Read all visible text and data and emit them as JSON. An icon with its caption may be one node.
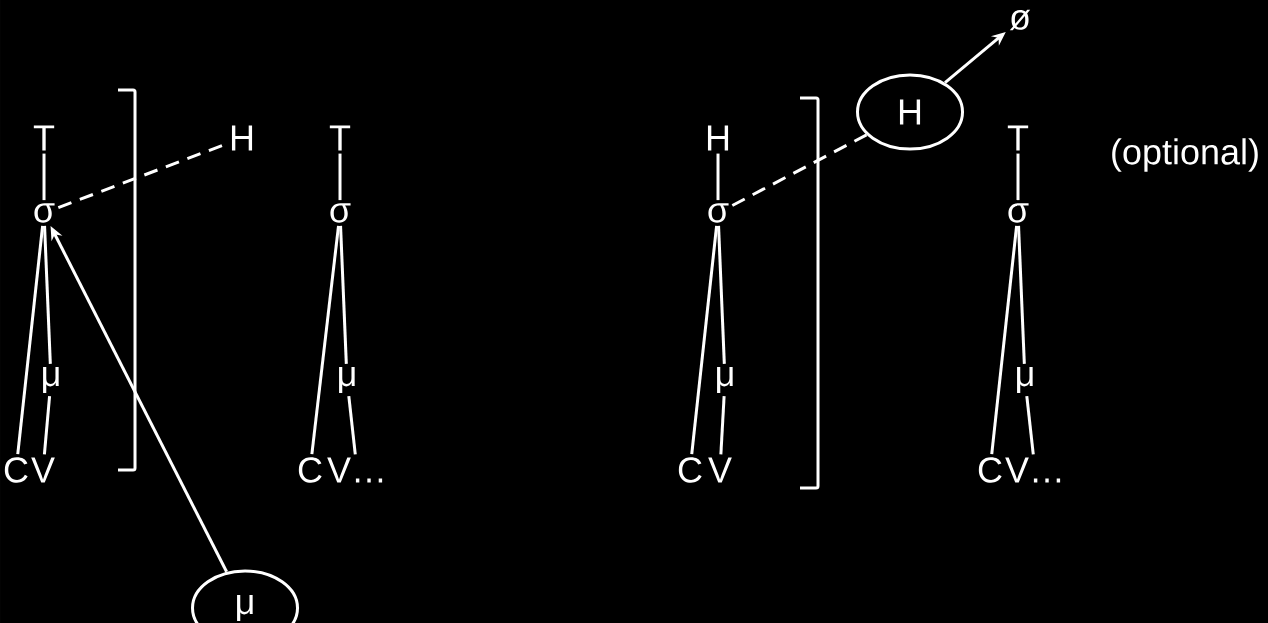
{
  "diagram": {
    "nodes": [
      {
        "text": [
          "T"
        ]
      },
      {
        "text": [
          "σ"
        ]
      },
      {
        "text": [
          "μ"
        ]
      },
      {
        "text": [
          "C"
        ]
      },
      {
        "text": [
          "V"
        ]
      },
      {
        "text": [
          "H"
        ]
      },
      {
        "text": [
          "T"
        ]
      },
      {
        "text": [
          "σ"
        ]
      },
      {
        "text": [
          "μ"
        ]
      },
      {
        "text": [
          "C"
        ]
      },
      {
        "text": [
          "V…"
        ]
      },
      {
        "text": [
          "μ"
        ]
      },
      {
        "text": [
          "H"
        ]
      },
      {
        "text": [
          "σ"
        ]
      },
      {
        "text": [
          "μ"
        ]
      },
      {
        "text": [
          "C"
        ]
      },
      {
        "text": [
          "V"
        ]
      },
      {
        "text": [
          "H"
        ]
      },
      {
        "text": [
          "ø"
        ]
      },
      {
        "text": [
          "T"
        ]
      },
      {
        "text": [
          "σ"
        ]
      },
      {
        "text": [
          "μ"
        ]
      },
      {
        "text": [
          "C"
        ]
      },
      {
        "text": [
          "V…"
        ]
      }
    ],
    "edges": [
      {
        "from": 0,
        "to": 1,
        "arrow": "none"
      },
      {
        "from": 1,
        "to": 2,
        "arrow": "none"
      },
      {
        "from": 2,
        "to": 4,
        "arrow": "none"
      },
      {
        "from": 1,
        "to": 3,
        "arrow": "none"
      },
      {
        "from": 1,
        "to": 5,
        "arrow": "none",
        "style": "dashed"
      },
      {
        "from": 6,
        "to": 7,
        "arrow": "none"
      },
      {
        "from": 7,
        "to": 8,
        "arrow": "none"
      },
      {
        "from": 8,
        "to": 10,
        "arrow": "none"
      },
      {
        "from": 7,
        "to": 9,
        "arrow": "none"
      },
      {
        "from": 11,
        "to": 1,
        "arrow": "to"
      },
      {
        "from": 12,
        "to": 13,
        "arrow": "none"
      },
      {
        "from": 13,
        "to": 14,
        "arrow": "none"
      },
      {
        "from": 14,
        "to": 16,
        "arrow": "none"
      },
      {
        "from": 13,
        "to": 15,
        "arrow": "none"
      },
      {
        "from": 13,
        "to": 17,
        "arrow": "none",
        "style": "dashed"
      },
      {
        "from": 17,
        "to": 18,
        "arrow": "to"
      },
      {
        "from": 19,
        "to": 20,
        "arrow": "none"
      },
      {
        "from": 20,
        "to": 21,
        "arrow": "none"
      },
      {
        "from": 21,
        "to": 23,
        "arrow": "none"
      },
      {
        "from": 20,
        "to": 22,
        "arrow": "none"
      }
    ],
    "labels": [
      "(optional)"
    ]
  }
}
